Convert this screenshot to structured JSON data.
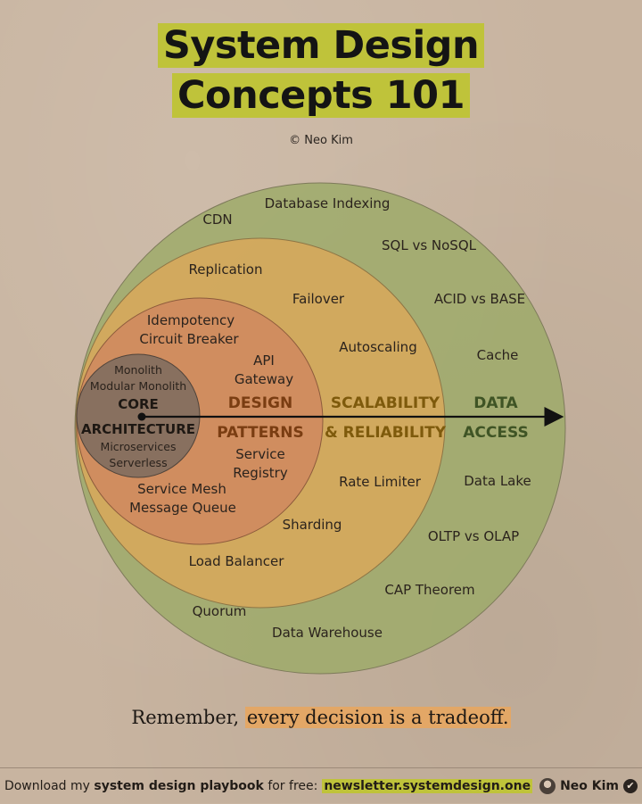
{
  "title": {
    "line1": "System Design",
    "line2": "Concepts 101"
  },
  "author": "© Neo Kim",
  "colors": {
    "background": "#c8b4a0",
    "outer_circle": "#9eaa6a",
    "middle_circle": "#d9a85a",
    "inner_circle": "#cf8a5f",
    "core_circle": "#7a6b5e",
    "title_highlight": "#bfc33a",
    "quote_highlight": "#e3a766"
  },
  "rings": {
    "data_access": {
      "title_top": "DATA",
      "title_bottom": "ACCESS",
      "items": [
        "Database Indexing",
        "CDN",
        "SQL vs NoSQL",
        "ACID vs BASE",
        "Cache",
        "Data Lake",
        "OLTP vs OLAP",
        "CAP Theorem",
        "Quorum",
        "Data Warehouse"
      ]
    },
    "scalability_reliability": {
      "title_top": "SCALABILITY",
      "title_bottom": "& RELIABILITY",
      "items": [
        "Replication",
        "Failover",
        "Autoscaling",
        "Rate Limiter",
        "Sharding",
        "Load Balancer"
      ]
    },
    "design_patterns": {
      "title_top": "DESIGN",
      "title_bottom": "PATTERNS",
      "items": [
        "Idempotency",
        "Circuit Breaker",
        "API",
        "Gateway",
        "Service",
        "Registry",
        "Service Mesh",
        "Message Queue"
      ]
    },
    "core_architecture": {
      "title_top": "CORE",
      "title_bottom": "ARCHITECTURE",
      "items": [
        "Monolith",
        "Modular Monolith",
        "Microservices",
        "Serverless"
      ]
    }
  },
  "quote": {
    "before": "Remember, ",
    "highlight": "every decision is a tradeoff."
  },
  "footer": {
    "prefix": "Download my ",
    "bold": "system design playbook",
    "middle": " for free: ",
    "link": "newsletter.systemdesign.one",
    "name": "Neo Kim",
    "verified_icon": "✔"
  }
}
